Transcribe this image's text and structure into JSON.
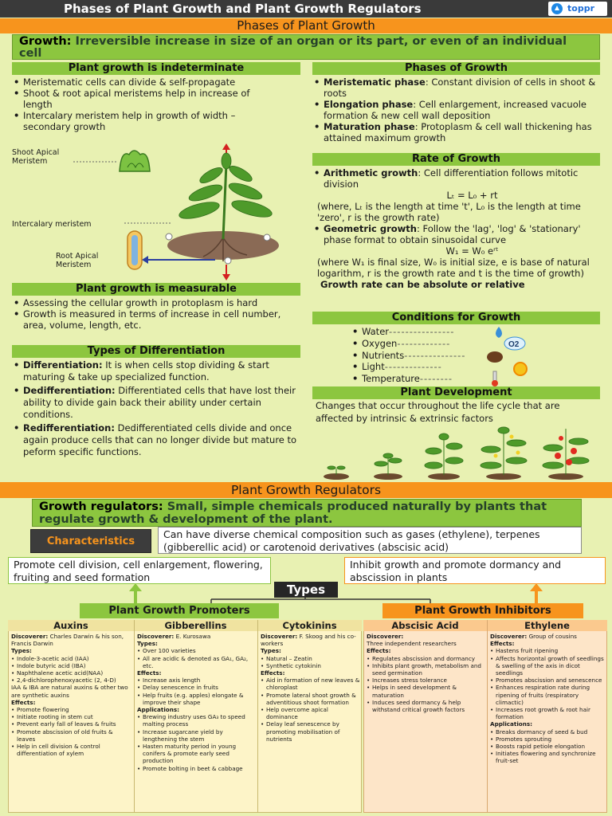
{
  "header": {
    "title": "Phases of Plant Growth and Plant Growth Regulators",
    "brand": "toppr"
  },
  "section1": {
    "title": "Phases of Plant Growth",
    "growth_def_label": "Growth:",
    "growth_def_text": " Irreversible increase in size of an organ or its part, or even of an individual cell",
    "indeterminate": {
      "title": "Plant growth is indeterminate",
      "items": [
        "Meristematic cells can divide & self-propagate",
        "Shoot & root apical meristems help in increase of length",
        "Intercalary meristem help in growth of width – secondary growth"
      ]
    },
    "labels": {
      "shoot": "Shoot Apical Meristem",
      "intercalary": "Intercalary meristem",
      "root": "Root Apical Meristem"
    },
    "measurable": {
      "title": "Plant growth is measurable",
      "items": [
        "Assessing the cellular growth in protoplasm is hard",
        "Growth is measured in terms of increase in cell number, area, volume, length, etc."
      ]
    },
    "differentiation": {
      "title": "Types of Differentiation",
      "items": [
        {
          "term": "Differentiation:",
          "text": " It is when cells stop dividing & start maturing & take up specialized function."
        },
        {
          "term": "Dedifferentiation:",
          "text": " Differentiated cells that have lost their ability to divide gain back their ability under certain conditions."
        },
        {
          "term": "Redifferentiation:",
          "text": " Dedifferentiated cells divide and once again produce cells that can no longer divide but mature to peform specific functions."
        }
      ]
    },
    "phases": {
      "title": "Phases of Growth",
      "items": [
        {
          "term": "Meristematic phase",
          "text": ": Constant division of cells in shoot & roots"
        },
        {
          "term": "Elongation phase",
          "text": ": Cell enlargement, increased vacuole formation & new cell wall deposition"
        },
        {
          "term": "Maturation phase",
          "text": ": Protoplasm & cell wall thickening has attained maximum growth"
        }
      ]
    },
    "rate": {
      "title": "Rate of Growth",
      "arith_term": "Arithmetic growth",
      "arith_text": ": Cell differentiation follows mitotic division",
      "arith_formula": "Lₜ = L₀ + rt",
      "arith_note": "(where, Lₜ is the length at time 't', L₀ is the length at time 'zero', r is the growth rate)",
      "geo_term": "Geometric growth",
      "geo_text": ": Follow the 'lag', 'log' & 'stationary' phase format to obtain sinusoidal curve",
      "geo_formula": "W₁ = W₀ eʳᵗ",
      "geo_note": "(where W₁ is final size, W₀ is initial size, e is base of natural logarithm, r is the growth rate and t is the time of growth)",
      "abs_rel": "Growth rate can be absolute or relative"
    },
    "conditions": {
      "title": "Conditions for Growth",
      "items": [
        "Water",
        "Oxygen",
        "Nutrients",
        "Light",
        "Temperature"
      ],
      "o2": "O2"
    },
    "development": {
      "title": "Plant Development",
      "text": "Changes that occur throughout the life cycle that are affected by intrinsic & extrinsic factors"
    }
  },
  "section2": {
    "title": "Plant Growth Regulators",
    "def_label": "Growth regulators:",
    "def_text": " Small, simple chemicals produced naturally by plants that regulate growth & development of the plant.",
    "char_label": "Characteristics",
    "char_text": "Can have diverse chemical composition such as gases (ethylene), terpenes (gibberellic acid) or carotenoid derivatives (abscisic acid)",
    "promote_text": "Promote cell division, cell enlargement, flowering, fruiting and seed formation",
    "inhibit_text": "Inhibit growth and promote dormancy and abscission in plants",
    "types_label": "Types",
    "promoters_label": "Plant Growth Promoters",
    "inhibitors_label": "Plant Growth Inhibitors",
    "columns": [
      {
        "name": "Auxins",
        "lines": [
          {
            "c": "Discoverer:",
            "t": " Charles Darwin & his son, Francis Darwin"
          },
          {
            "c": "Types:",
            "t": ""
          },
          {
            "b": "Indole-3-acetic acid (IAA)"
          },
          {
            "b": "Indole butyric acid (IBA)"
          },
          {
            "b": "Naphthalene acetic acid(NAA)"
          },
          {
            "b": "2,4-dichlorophenoxyacetic (2, 4-D)"
          },
          {
            "t": "IAA & IBA are natural auxins & other two are synthetic auxins"
          },
          {
            "c": "Effects:",
            "t": ""
          },
          {
            "b": "Promote flowering"
          },
          {
            "b": "Initiate rooting in stem cut"
          },
          {
            "b": "Prevent early fall of leaves & fruits"
          },
          {
            "b": "Promote abscission of old fruits & leaves"
          },
          {
            "b": "Help in cell division & control differentiation of xylem"
          }
        ]
      },
      {
        "name": "Gibberellins",
        "lines": [
          {
            "c": "Discoverer:",
            "t": "  E. Kurosawa"
          },
          {
            "c": "Types:",
            "t": ""
          },
          {
            "b": "Over 100 varieties"
          },
          {
            "b": "All are acidic & denoted as GA₁, GA₂, etc."
          },
          {
            "c": "Effects:",
            "t": ""
          },
          {
            "b": "Increase axis length"
          },
          {
            "b": "Delay senescence in fruits"
          },
          {
            "b": "Help fruits (e.g. apples) elongate & improve their shape"
          },
          {
            "c": "Applications:",
            "t": ""
          },
          {
            "b": "Brewing industry uses GA₃ to speed malting process"
          },
          {
            "b": "Increase sugarcane yield by lengthening the stem"
          },
          {
            "b": "Hasten maturity period in young conifers & promote early seed production"
          },
          {
            "b": "Promote bolting in beet & cabbage"
          }
        ]
      },
      {
        "name": "Cytokinins",
        "lines": [
          {
            "c": "Discoverer:",
            "t": " F. Skoog and his co-workers"
          },
          {
            "c": "Types:",
            "t": ""
          },
          {
            "b": "Natural – Zeatin"
          },
          {
            "b": "Synthetic cytokinin"
          },
          {
            "c": "Effects:",
            "t": ""
          },
          {
            "b": "Aid in formation of new leaves & chloroplast"
          },
          {
            "b": "Promote lateral shoot growth & adventitious shoot formation"
          },
          {
            "b": "Help overcome apical dominance"
          },
          {
            "b": "Delay leaf senescence by promoting mobilisation of nutrients"
          }
        ]
      },
      {
        "name": "Abscisic Acid",
        "lines": [
          {
            "c": "Discoverer:",
            "t": ""
          },
          {
            "t": "Three independent researchers"
          },
          {
            "c": "Effects:",
            "t": ""
          },
          {
            "b": "Regulates abscission and dormancy"
          },
          {
            "b": "Inhibits plant growth, metabolism and seed germination"
          },
          {
            "b": "Increases stress tolerance"
          },
          {
            "b": "Helps in seed development & maturation"
          },
          {
            "b": "Induces seed dormancy & help withstand critical growth factors"
          }
        ]
      },
      {
        "name": "Ethylene",
        "lines": [
          {
            "c": "Discoverer:",
            "t": "  Group of cousins"
          },
          {
            "c": "Effects:",
            "t": ""
          },
          {
            "b": "Hastens fruit ripening"
          },
          {
            "b": "Affects horizontal growth of seedlings & swelling of the axis in dicot seedlings"
          },
          {
            "b": "Promotes abscission and senescence"
          },
          {
            "b": "Enhances respiration rate during ripening of fruits (respiratory climactic)"
          },
          {
            "b": "Increases root growth & root hair formation"
          },
          {
            "c": "Applications:",
            "t": ""
          },
          {
            "b": "Breaks dormancy of seed & bud"
          },
          {
            "b": "Promotes sprouting"
          },
          {
            "b": "Boosts rapid petiole elongation"
          },
          {
            "b": "Initiates flowering and synchronize fruit-set"
          }
        ]
      }
    ]
  }
}
